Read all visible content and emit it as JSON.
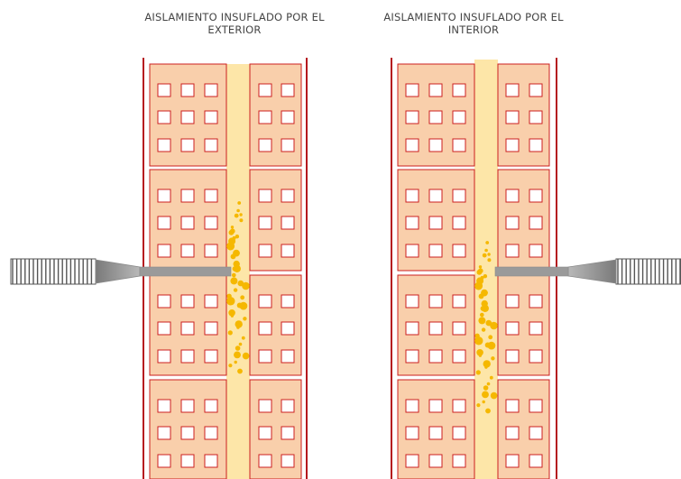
{
  "panels": [
    {
      "title_line1": "AISLAMIENTO INSUFLADO POR EL",
      "title_line2": "EXTERIOR"
    },
    {
      "title_line1": "AISLAMIENTO INSUFLADO POR EL",
      "title_line2": "INTERIOR"
    }
  ],
  "colors": {
    "brick_fill": "#f9cfab",
    "brick_stroke": "#cc1f1f",
    "hole_fill": "#ffffff",
    "hole_stroke": "#cc1f1f",
    "wall_line": "#b5171f",
    "cavity": "#fde6a8",
    "granules": "#f5b800",
    "hose_gray": "#9a9a9a",
    "hose_dark": "#555555"
  },
  "icons": {
    "injector_left": "hose-nozzle-icon",
    "injector_right": "hose-nozzle-icon"
  }
}
